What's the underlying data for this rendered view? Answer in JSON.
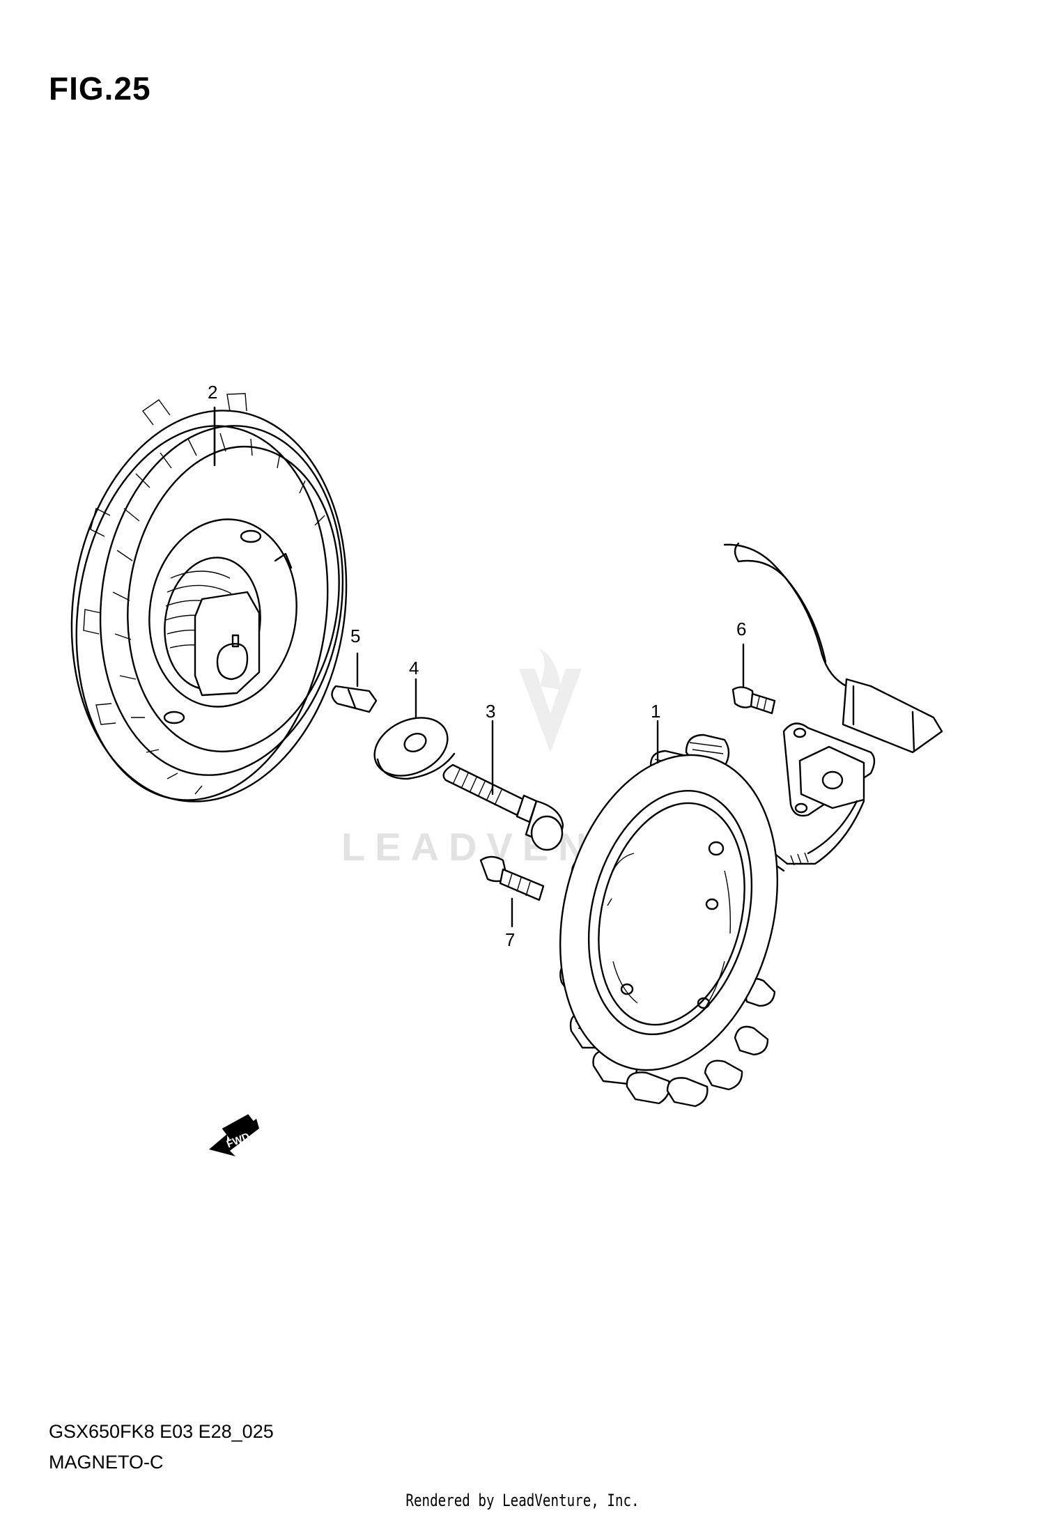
{
  "figure": {
    "title": "FIG.25"
  },
  "callouts": [
    {
      "id": "1",
      "label": "1"
    },
    {
      "id": "2",
      "label": "2"
    },
    {
      "id": "3",
      "label": "3"
    },
    {
      "id": "4",
      "label": "4"
    },
    {
      "id": "5",
      "label": "5"
    },
    {
      "id": "6",
      "label": "6"
    },
    {
      "id": "7",
      "label": "7"
    }
  ],
  "fwd_arrow": {
    "label": "FWD"
  },
  "watermark": {
    "text": "LEADVENTURE"
  },
  "footer": {
    "code": "GSX650FK8 E03 E28_025",
    "name": "MAGNETO-C",
    "credit": "Rendered by LeadVenture, Inc."
  }
}
